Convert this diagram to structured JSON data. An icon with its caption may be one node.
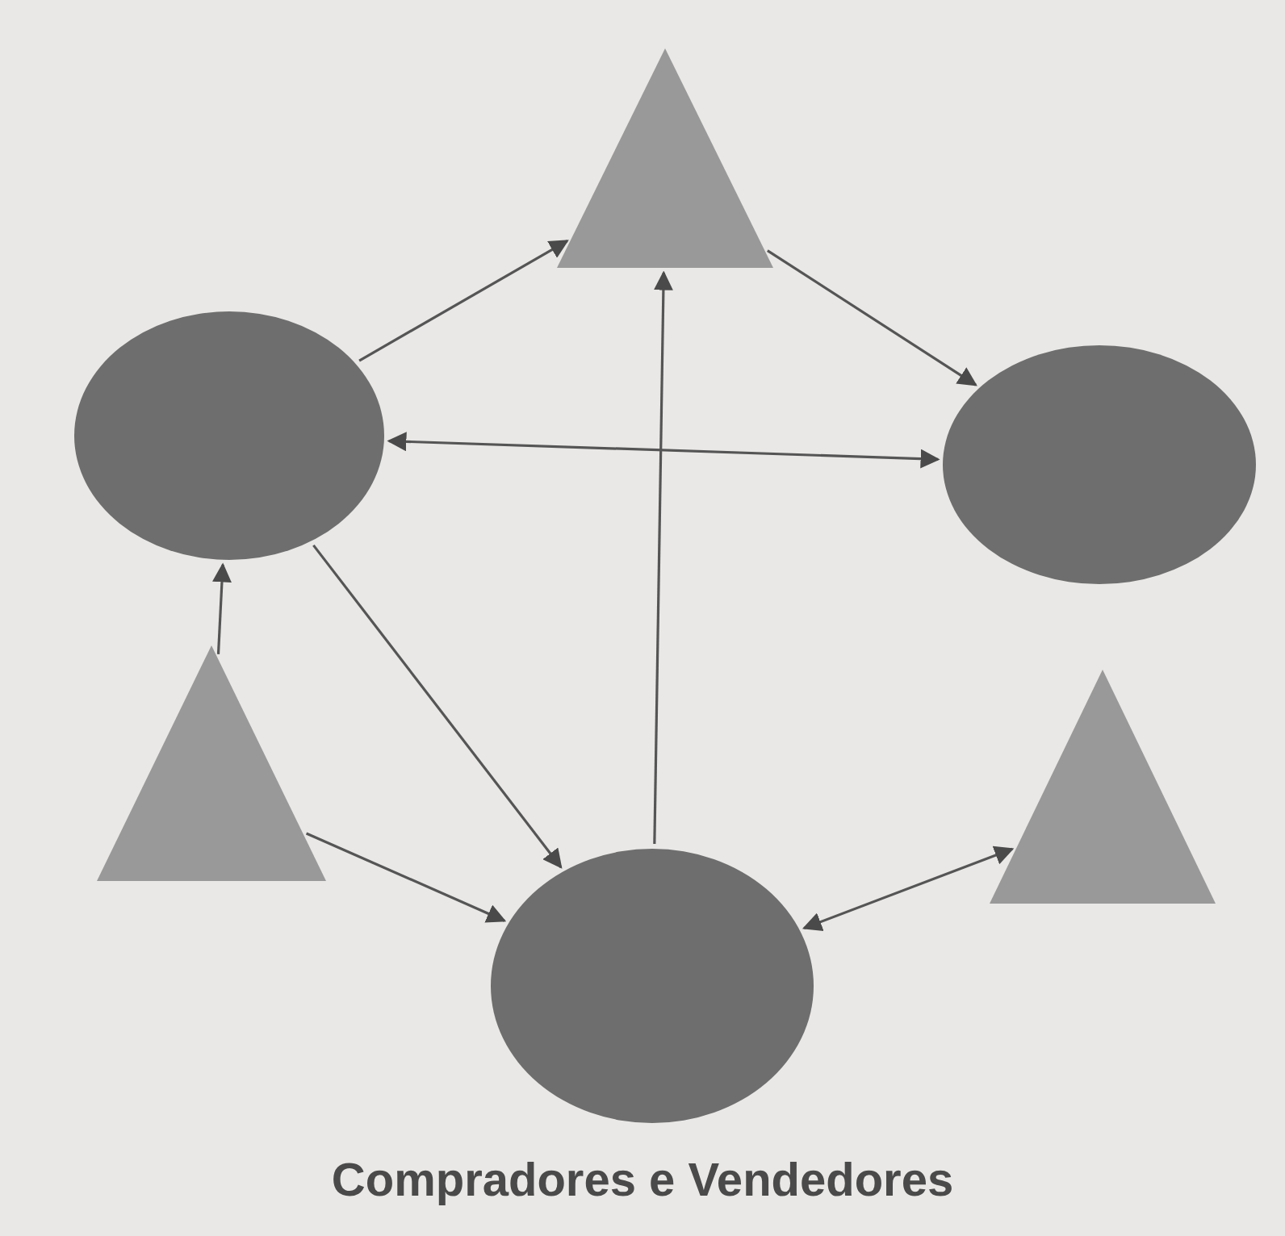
{
  "diagram": {
    "caption": "Compradores e Vendedores",
    "nodes": [
      {
        "text": [],
        "shape": "triangle"
      },
      {
        "text": [],
        "shape": "ellipse"
      },
      {
        "text": [],
        "shape": "ellipse"
      },
      {
        "text": [],
        "shape": "triangle"
      },
      {
        "text": [],
        "shape": "triangle"
      },
      {
        "text": [],
        "shape": "ellipse"
      }
    ],
    "edges": [
      {
        "from": 1,
        "to": 0,
        "arrow": "to"
      },
      {
        "from": 0,
        "to": 2,
        "arrow": "to"
      },
      {
        "from": 1,
        "to": 2,
        "arrow": "both"
      },
      {
        "from": 5,
        "to": 0,
        "arrow": "to"
      },
      {
        "from": 1,
        "to": 5,
        "arrow": "to"
      },
      {
        "from": 3,
        "to": 1,
        "arrow": "to"
      },
      {
        "from": 3,
        "to": 5,
        "arrow": "to"
      },
      {
        "from": 5,
        "to": 4,
        "arrow": "both"
      }
    ]
  }
}
